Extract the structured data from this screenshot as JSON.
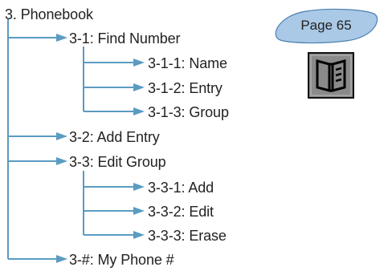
{
  "root": {
    "label": "3. Phonebook"
  },
  "nodes": [
    {
      "id": "3-1",
      "label": "3-1: Find Number"
    },
    {
      "id": "3-1-1",
      "label": "3-1-1: Name"
    },
    {
      "id": "3-1-2",
      "label": "3-1-2: Entry"
    },
    {
      "id": "3-1-3",
      "label": "3-1-3: Group"
    },
    {
      "id": "3-2",
      "label": "3-2: Add Entry"
    },
    {
      "id": "3-3",
      "label": "3-3: Edit Group"
    },
    {
      "id": "3-3-1",
      "label": "3-3-1: Add"
    },
    {
      "id": "3-3-2",
      "label": "3-3-2: Edit"
    },
    {
      "id": "3-3-3",
      "label": "3-3-3: Erase"
    },
    {
      "id": "3-#",
      "label": "3-#: My Phone #"
    }
  ],
  "page_badge": {
    "label": "Page 65"
  },
  "icons": {
    "book": "book-icon"
  },
  "colors": {
    "connector": "#5b9bc2",
    "badge_fill": "#a9c9e6",
    "badge_border": "#4d7fb0",
    "icon_bg": "#8a8a8a"
  }
}
